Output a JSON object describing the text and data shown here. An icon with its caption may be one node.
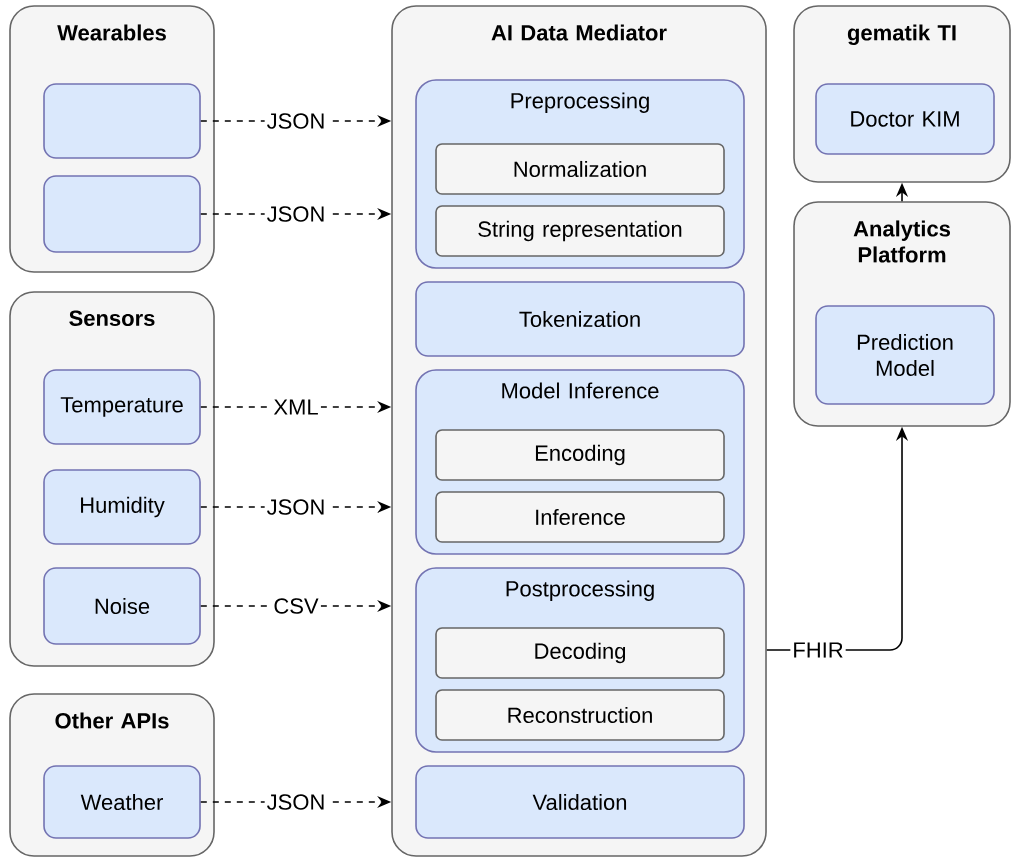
{
  "diagram": {
    "nodes": [
      {
        "text": [
          "Wearables"
        ]
      },
      {
        "text": [],
        "shape": "box",
        "in": 0
      },
      {
        "text": [],
        "shape": "box",
        "in": 0
      },
      {
        "text": [
          "Sensors"
        ]
      },
      {
        "text": [
          "Temperature"
        ],
        "in": 3
      },
      {
        "text": [
          "Humidity"
        ],
        "in": 3
      },
      {
        "text": [
          "Noise"
        ],
        "in": 3
      },
      {
        "text": [
          "Other APIs"
        ]
      },
      {
        "text": [
          "Weather"
        ],
        "in": 7
      },
      {
        "text": [
          "AI Data Mediator"
        ]
      },
      {
        "text": [
          "Preprocessing"
        ],
        "in": 9
      },
      {
        "text": [
          "Normalization"
        ],
        "in": 10
      },
      {
        "text": [
          "String representation"
        ],
        "in": 10
      },
      {
        "text": [
          "Tokenization"
        ],
        "in": 9
      },
      {
        "text": [
          "Model Inference"
        ],
        "in": 9
      },
      {
        "text": [
          "Encoding"
        ],
        "in": 14
      },
      {
        "text": [
          "Inference"
        ],
        "in": 14
      },
      {
        "text": [
          "Postprocessing"
        ],
        "in": 9
      },
      {
        "text": [
          "Decoding"
        ],
        "in": 17
      },
      {
        "text": [
          "Reconstruction"
        ],
        "in": 17
      },
      {
        "text": [
          "Validation"
        ],
        "in": 9
      },
      {
        "text": [
          "gematik TI"
        ]
      },
      {
        "text": [
          "Doctor KIM"
        ],
        "in": 21
      },
      {
        "text": [
          "Analytics Platform"
        ]
      },
      {
        "text": [
          "Prediction Model"
        ],
        "in": 23
      }
    ],
    "edges": [
      {
        "from": 1,
        "to": 9,
        "arrow": "to",
        "label": "JSON",
        "style": "dashed"
      },
      {
        "from": 2,
        "to": 9,
        "arrow": "to",
        "label": "JSON",
        "style": "dashed"
      },
      {
        "from": 4,
        "to": 9,
        "arrow": "to",
        "label": "XML",
        "style": "dashed"
      },
      {
        "from": 5,
        "to": 9,
        "arrow": "to",
        "label": "JSON",
        "style": "dashed"
      },
      {
        "from": 6,
        "to": 9,
        "arrow": "to",
        "label": "CSV",
        "style": "dashed"
      },
      {
        "from": 8,
        "to": 9,
        "arrow": "to",
        "label": "JSON",
        "style": "dashed"
      },
      {
        "from": 9,
        "to": 23,
        "arrow": "to",
        "label": "FHIR"
      },
      {
        "from": 23,
        "to": 21,
        "arrow": "to"
      }
    ]
  }
}
